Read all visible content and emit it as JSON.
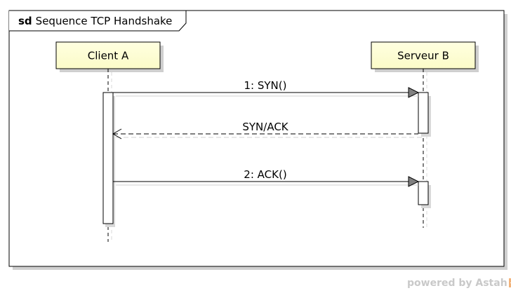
{
  "diagram": {
    "type": "sequence",
    "frame": {
      "keyword": "sd",
      "name": "Sequence TCP Handshake"
    },
    "lifelines": [
      {
        "id": "client",
        "label": "Client A"
      },
      {
        "id": "server",
        "label": "Serveur B"
      }
    ],
    "messages": [
      {
        "label": "1: SYN()",
        "from": "client",
        "to": "server",
        "kind": "synchronous"
      },
      {
        "label": "SYN/ACK",
        "from": "server",
        "to": "client",
        "kind": "reply"
      },
      {
        "label": "2: ACK()",
        "from": "client",
        "to": "server",
        "kind": "synchronous"
      }
    ]
  },
  "watermark": {
    "text": "powered by Astah"
  },
  "colors": {
    "lifeline_box_fill": "#ffffcc",
    "line": "#000000",
    "arrowhead_fill": "#808080",
    "shadow": "#cccccc",
    "watermark": "#c9c9c9",
    "watermark_badge": "#f2b37a"
  }
}
